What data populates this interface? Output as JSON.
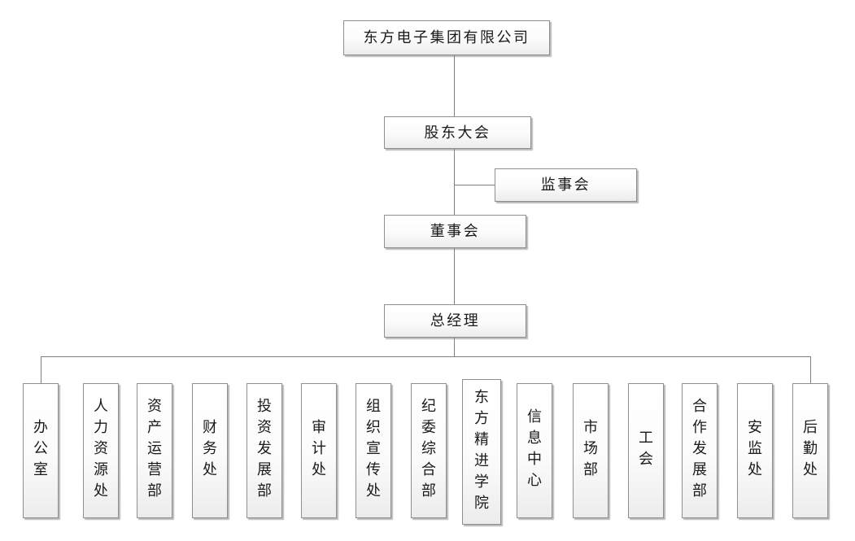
{
  "org": {
    "company": "东方电子集团有限公司",
    "shareholders_meeting": "股东大会",
    "supervisory_board": "监事会",
    "board_of_directors": "董事会",
    "general_manager": "总经理",
    "departments": [
      {
        "label": "办公室"
      },
      {
        "label": "人力资源处"
      },
      {
        "label": "资产运营部"
      },
      {
        "label": "财务处"
      },
      {
        "label": "投资发展部"
      },
      {
        "label": "审计处"
      },
      {
        "label": "组织宣传处"
      },
      {
        "label": "纪委综合部"
      },
      {
        "label": "东方精进学院"
      },
      {
        "label": "信息中心"
      },
      {
        "label": "市场部"
      },
      {
        "label": "工会"
      },
      {
        "label": "合作发展部"
      },
      {
        "label": "安监处"
      },
      {
        "label": "后勤处"
      }
    ]
  },
  "colors": {
    "background": "#ffffff",
    "box_border": "#8f8f8f",
    "box_fill_top": "#ffffff",
    "box_fill_bottom": "#ececec",
    "connector": "#7f7f7f",
    "text": "#1a1a1a"
  }
}
